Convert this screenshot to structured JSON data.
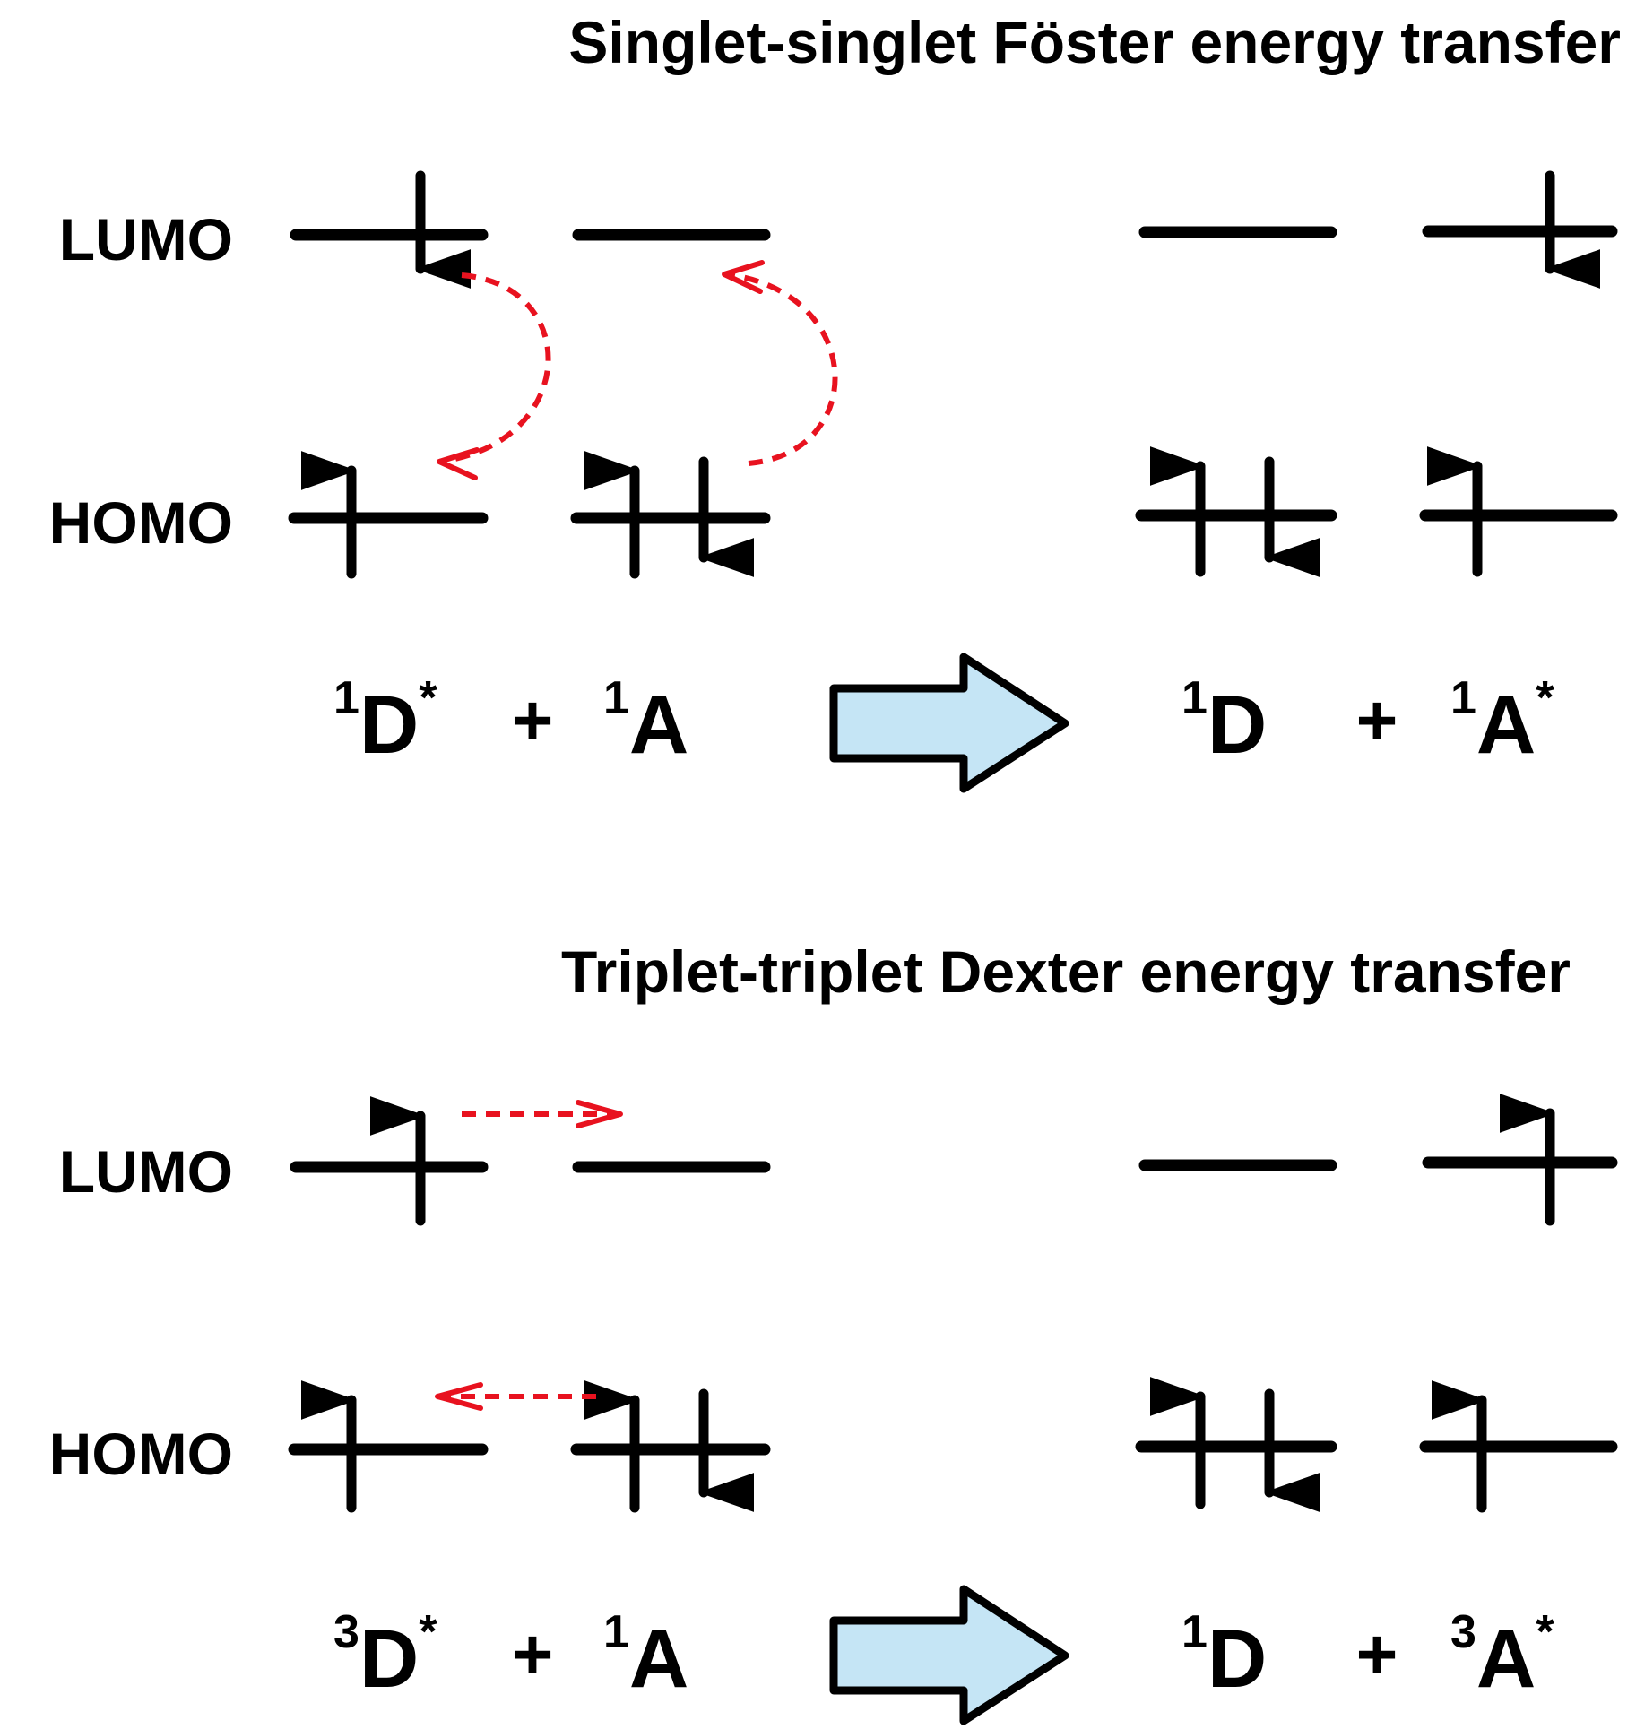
{
  "colors": {
    "transfer_arrow": "#e8121f",
    "reaction_arrow_fill": "#c5e5f5",
    "line": "#000000"
  },
  "orbital_labels": {
    "lumo": "LUMO",
    "homo": "HOMO"
  },
  "panels": [
    {
      "title": "Singlet-singlet Föster energy transfer",
      "reactants": [
        {
          "sup": "1",
          "symbol": "D",
          "star": "*"
        },
        {
          "sup": "1",
          "symbol": "A",
          "star": ""
        }
      ],
      "products": [
        {
          "sup": "1",
          "symbol": "D",
          "star": ""
        },
        {
          "sup": "1",
          "symbol": "A",
          "star": "*"
        }
      ],
      "plus": "+",
      "electron_transfers": [
        {
          "from": "donor LUMO",
          "to": "donor HOMO"
        },
        {
          "from": "acceptor HOMO",
          "to": "acceptor LUMO"
        }
      ],
      "before": {
        "donor": {
          "lumo": [
            "down"
          ],
          "homo": [
            "up"
          ]
        },
        "acceptor": {
          "lumo": [],
          "homo": [
            "up",
            "down"
          ]
        }
      },
      "after": {
        "donor": {
          "lumo": [],
          "homo": [
            "up",
            "down"
          ]
        },
        "acceptor": {
          "lumo": [
            "down"
          ],
          "homo": [
            "up"
          ]
        }
      }
    },
    {
      "title": "Triplet-triplet Dexter energy transfer",
      "reactants": [
        {
          "sup": "3",
          "symbol": "D",
          "star": "*"
        },
        {
          "sup": "1",
          "symbol": "A",
          "star": ""
        }
      ],
      "products": [
        {
          "sup": "1",
          "symbol": "D",
          "star": ""
        },
        {
          "sup": "3",
          "symbol": "A",
          "star": "*"
        }
      ],
      "plus": "+",
      "electron_transfers": [
        {
          "from": "donor LUMO",
          "to": "acceptor LUMO"
        },
        {
          "from": "acceptor HOMO",
          "to": "donor HOMO"
        }
      ],
      "before": {
        "donor": {
          "lumo": [
            "up"
          ],
          "homo": [
            "up"
          ]
        },
        "acceptor": {
          "lumo": [],
          "homo": [
            "up",
            "down"
          ]
        }
      },
      "after": {
        "donor": {
          "lumo": [],
          "homo": [
            "up",
            "down"
          ]
        },
        "acceptor": {
          "lumo": [
            "up"
          ],
          "homo": [
            "up"
          ]
        }
      }
    }
  ]
}
